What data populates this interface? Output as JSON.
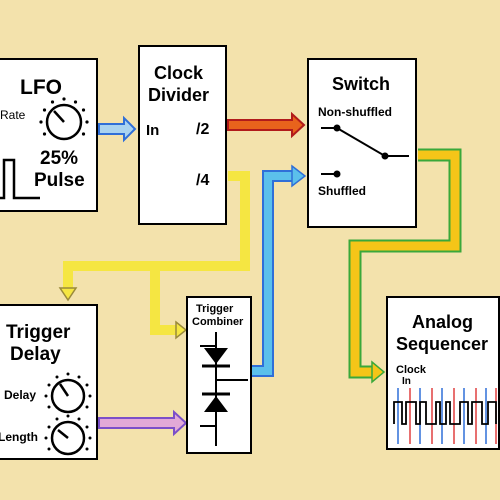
{
  "modules": {
    "lfo": {
      "title": "LFO",
      "rate_label": "Rate",
      "pulse_percent": "25%",
      "pulse_label": "Pulse"
    },
    "clock_divider": {
      "title_line1": "Clock",
      "title_line2": "Divider",
      "in_label": "In",
      "div2_label": "/2",
      "div4_label": "/4"
    },
    "switch": {
      "title": "Switch",
      "non_shuffled_label": "Non-shuffled",
      "shuffled_label": "Shuffled"
    },
    "trigger_delay": {
      "title_line1": "Trigger",
      "title_line2": "Delay",
      "delay_label": "Delay",
      "length_label": "Length"
    },
    "trigger_combiner": {
      "title_line1": "Trigger",
      "title_line2": "Combiner"
    },
    "analog_sequencer": {
      "title_line1": "Analog",
      "title_line2": "Sequencer",
      "clock_label_line1": "Clock",
      "clock_label_line2": "In"
    }
  },
  "colors": {
    "background": "#f3e2ac",
    "lfo_cable": "#a9d3f0",
    "div2_cable": "#c0392b",
    "div4_cable": "#f5e642",
    "combiner_cable": "#5bc0eb",
    "switch_out_cable": "#f5c518",
    "delay_cable": "#d7a9e3",
    "cable_outline_green": "#3aa83a",
    "seq_trace_blue": "#2f6fd8",
    "seq_trace_red": "#e04040"
  }
}
